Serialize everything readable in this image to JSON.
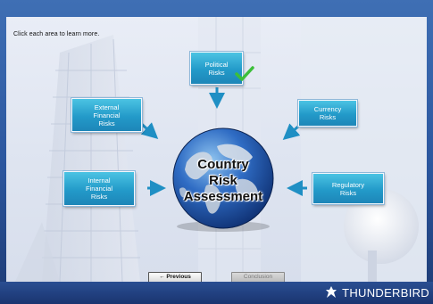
{
  "instruction": "Click each area to learn more.",
  "center_title": [
    "Country",
    "Risk",
    "Assessment"
  ],
  "risks": {
    "political": [
      "Political",
      "Risks"
    ],
    "external_financial": [
      "External",
      "Financial",
      "Risks"
    ],
    "currency": [
      "Currency",
      "Risks"
    ],
    "internal_financial": [
      "Internal",
      "Financial",
      "Risks"
    ],
    "regulatory": [
      "Regulatory",
      "Risks"
    ]
  },
  "visited": {
    "political": true
  },
  "nav": {
    "previous_label": "← Previous",
    "conclusion_label": "Conclusion",
    "conclusion_enabled": false
  },
  "brand": {
    "name": "THUNDERBIRD"
  },
  "colors": {
    "accent_box": "#2aa6d3",
    "arrow": "#1f8fc4",
    "check": "#3cbf3a",
    "footer": "#1f3f80"
  }
}
